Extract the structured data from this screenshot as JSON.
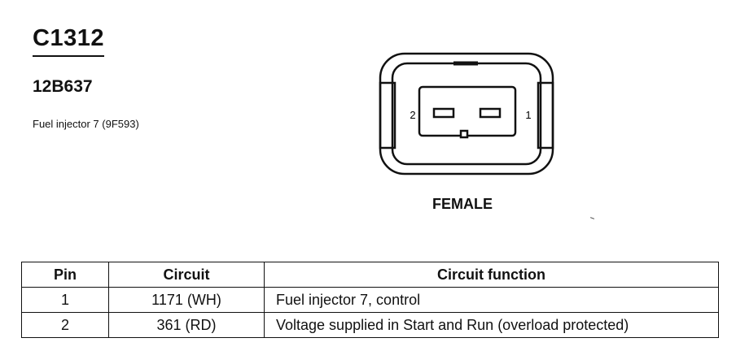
{
  "connector": {
    "id": "C1312",
    "part_number": "12B637",
    "description": "Fuel injector 7 (9F593)",
    "gender": "FEMALE",
    "pin_labels": [
      "2",
      "1"
    ]
  },
  "table": {
    "headers": [
      "Pin",
      "Circuit",
      "Circuit function"
    ],
    "rows": [
      {
        "pin": "1",
        "circuit": "1171 (WH)",
        "function": "Fuel injector 7, control"
      },
      {
        "pin": "2",
        "circuit": "361 (RD)",
        "function": "Voltage supplied in Start and Run (overload protected)"
      }
    ]
  }
}
